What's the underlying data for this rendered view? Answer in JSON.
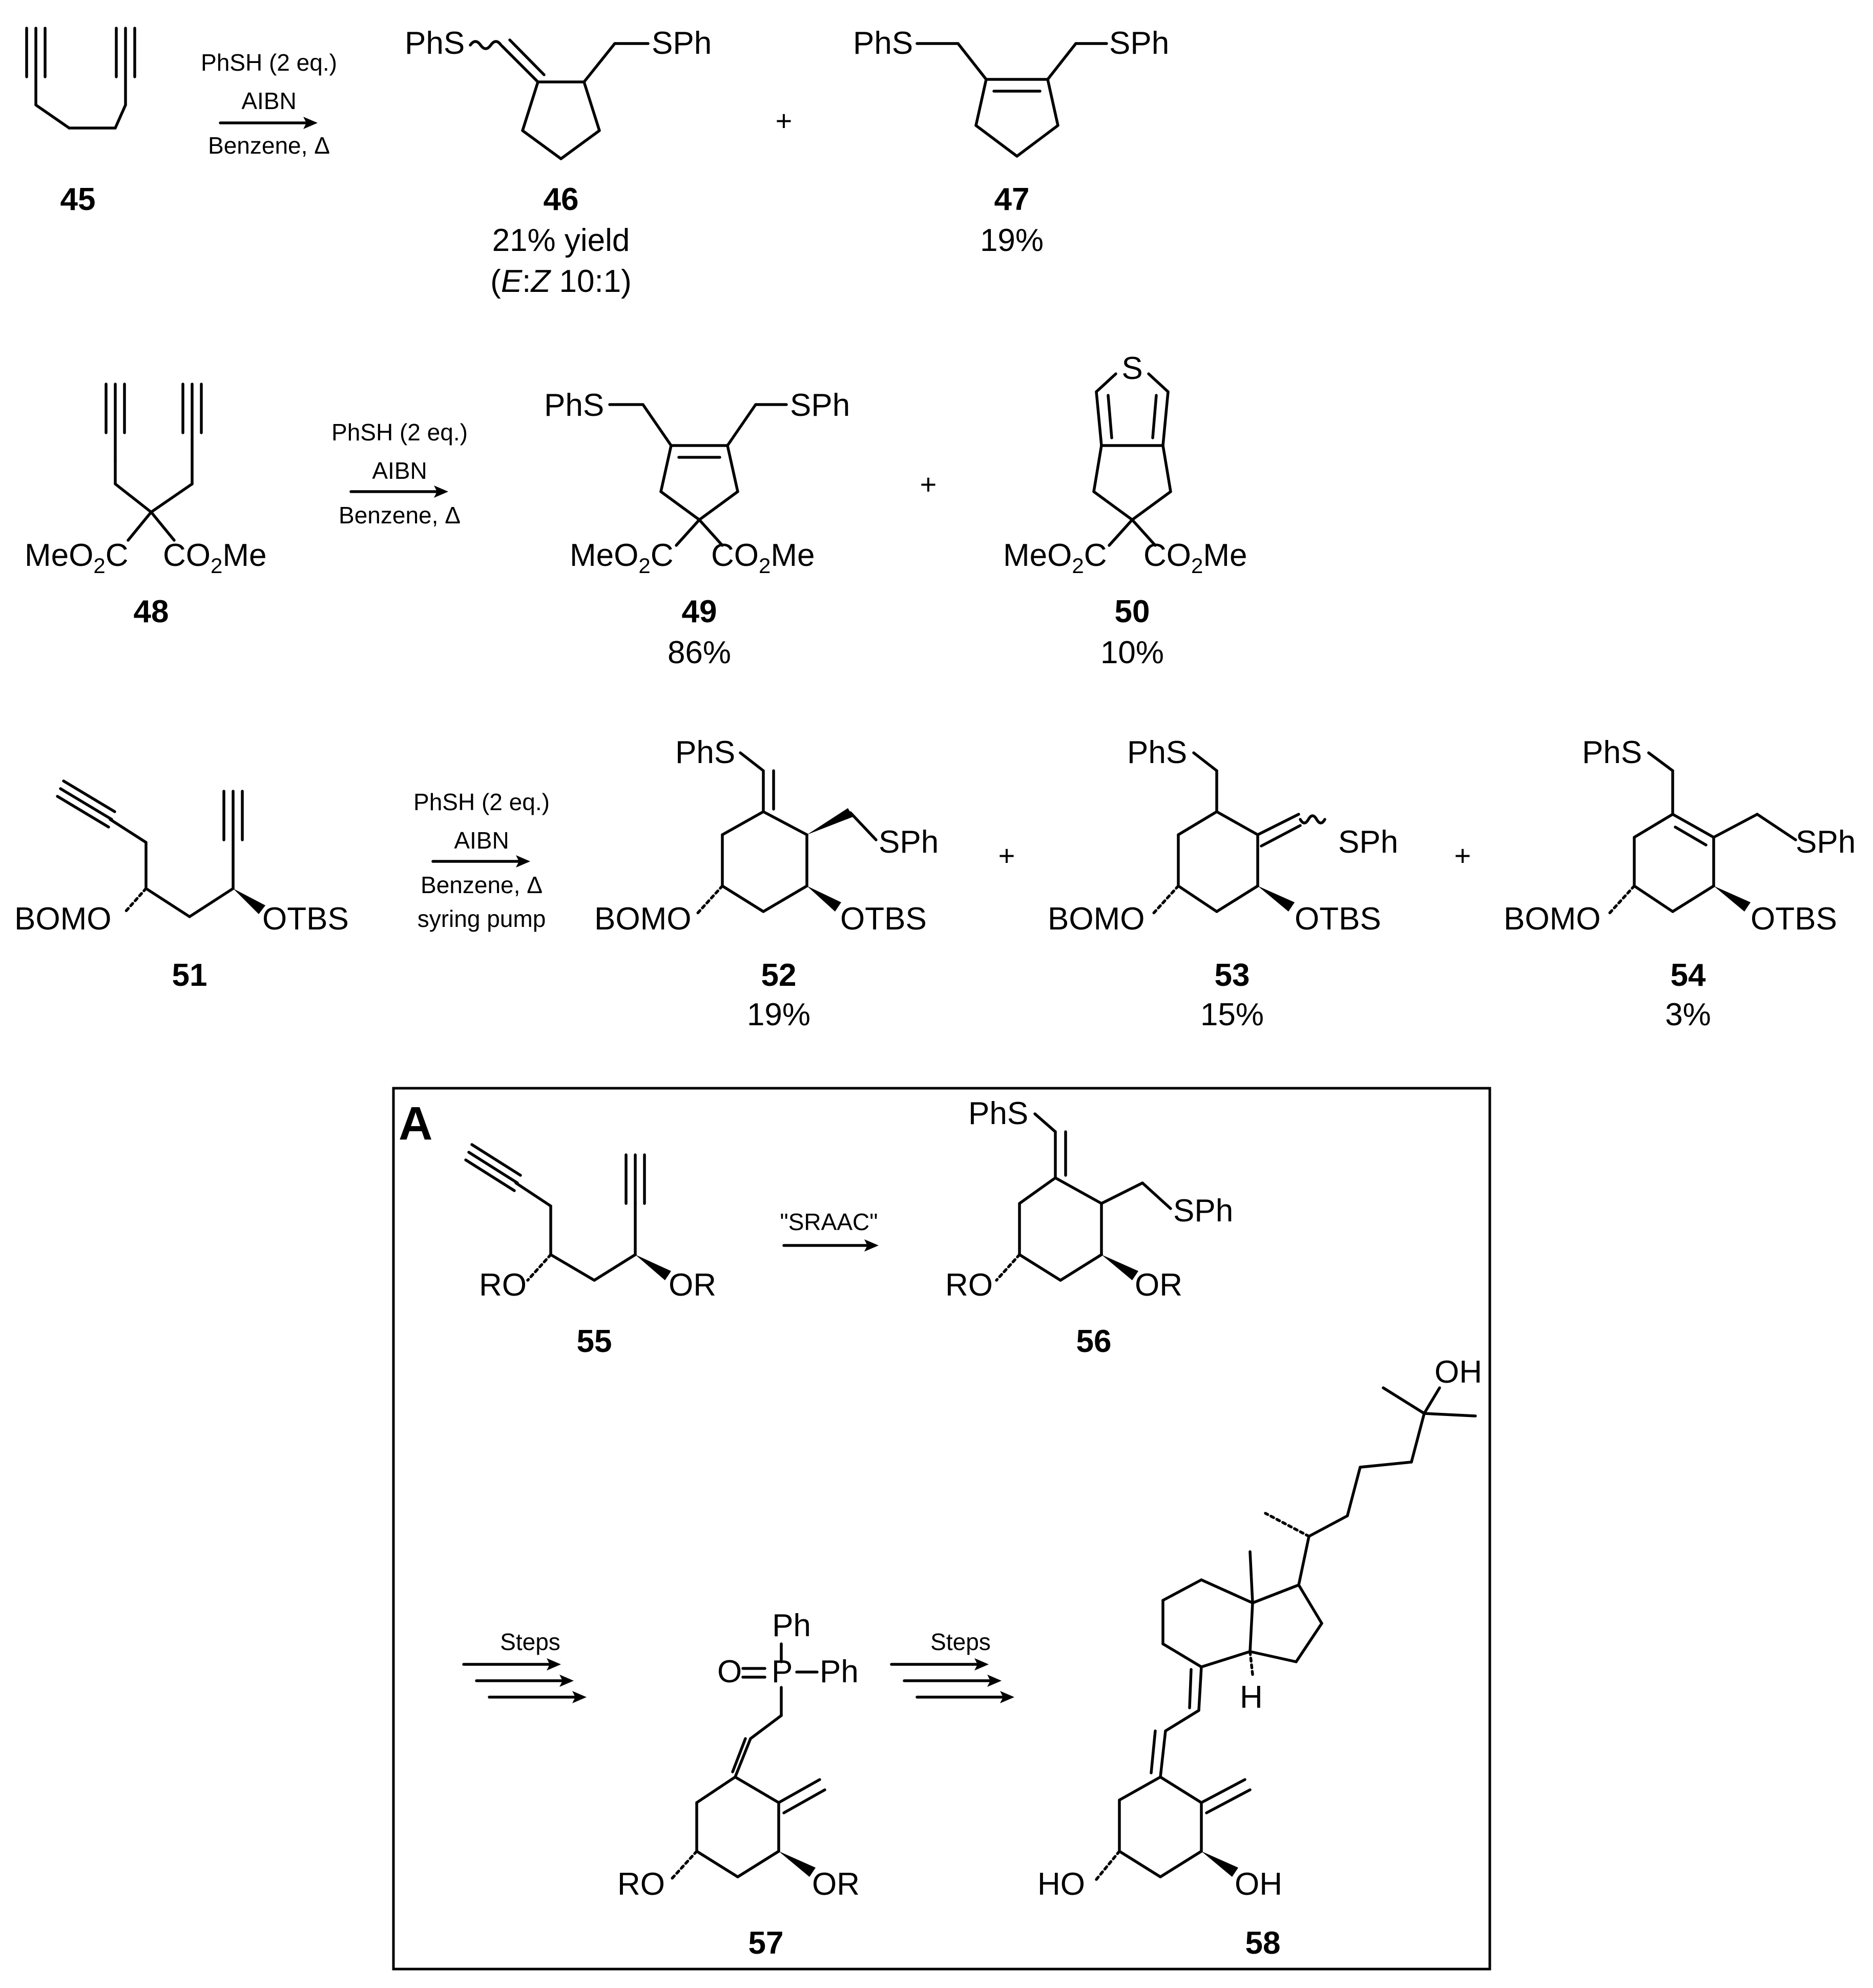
{
  "conditions": {
    "row1": [
      "PhSH (2 eq.)",
      "AIBN",
      "Benzene, Δ"
    ],
    "row2": [
      "PhSH (2 eq.)",
      "AIBN",
      "Benzene, Δ"
    ],
    "row3": [
      "PhSH (2 eq.)",
      "AIBN",
      "Benzene, Δ",
      "syring pump"
    ],
    "panel_step1": "\"SRAAC\"",
    "panel_step2": "Steps",
    "panel_step3": "Steps"
  },
  "compounds": {
    "c45": {
      "id": "45"
    },
    "c46": {
      "id": "46",
      "yield": "21% yield",
      "ratio_pre": "(",
      "ratio_E": "E",
      "ratio_colon": ":",
      "ratio_Z": "Z",
      "ratio_post": " 10:1)"
    },
    "c47": {
      "id": "47",
      "yield": "19%"
    },
    "c48": {
      "id": "48"
    },
    "c49": {
      "id": "49",
      "yield": "86%"
    },
    "c50": {
      "id": "50",
      "yield": "10%"
    },
    "c51": {
      "id": "51"
    },
    "c52": {
      "id": "52",
      "yield": "19%"
    },
    "c53": {
      "id": "53",
      "yield": "15%"
    },
    "c54": {
      "id": "54",
      "yield": "3%"
    },
    "c55": {
      "id": "55"
    },
    "c56": {
      "id": "56"
    },
    "c57": {
      "id": "57"
    },
    "c58": {
      "id": "58"
    }
  },
  "atom_labels": {
    "PhS": "PhS",
    "SPh": "SPh",
    "S": "S",
    "MeO": "MeO",
    "Me": "Me",
    "CO": "CO",
    "C": "C",
    "sub2": "2",
    "BOMO": "BOMO",
    "OTBS": "OTBS",
    "RO": "RO",
    "OR": "OR",
    "OH": "OH",
    "HO": "HO",
    "H": "H",
    "O": "O",
    "P": "P",
    "Ph": "Ph"
  },
  "plus_sign": "+",
  "panel_label": "A"
}
